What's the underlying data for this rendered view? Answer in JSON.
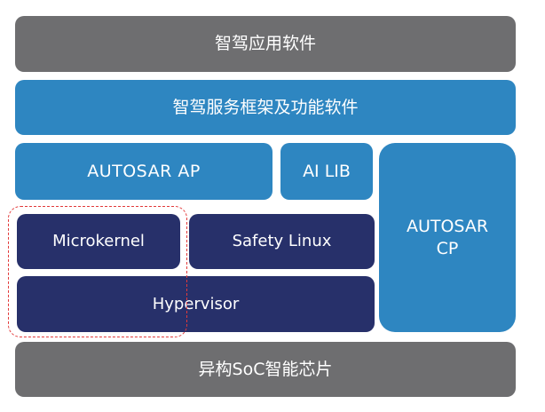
{
  "layers": {
    "app": "智驾应用软件",
    "framework": "智驾服务框架及功能软件",
    "autosar_ap": "AUTOSAR  AP",
    "ai_lib": "AI  LIB",
    "autosar_cp": "AUTOSAR\nCP",
    "microkernel": "Microkernel",
    "safety_linux": "Safety Linux",
    "hypervisor": "Hypervisor",
    "soc": "异构SoC智能芯片"
  },
  "colors": {
    "gray": "#6e6e70",
    "blue": "#2e86c1",
    "navy": "#27306a",
    "dashed_outline": "#e23a3a"
  }
}
